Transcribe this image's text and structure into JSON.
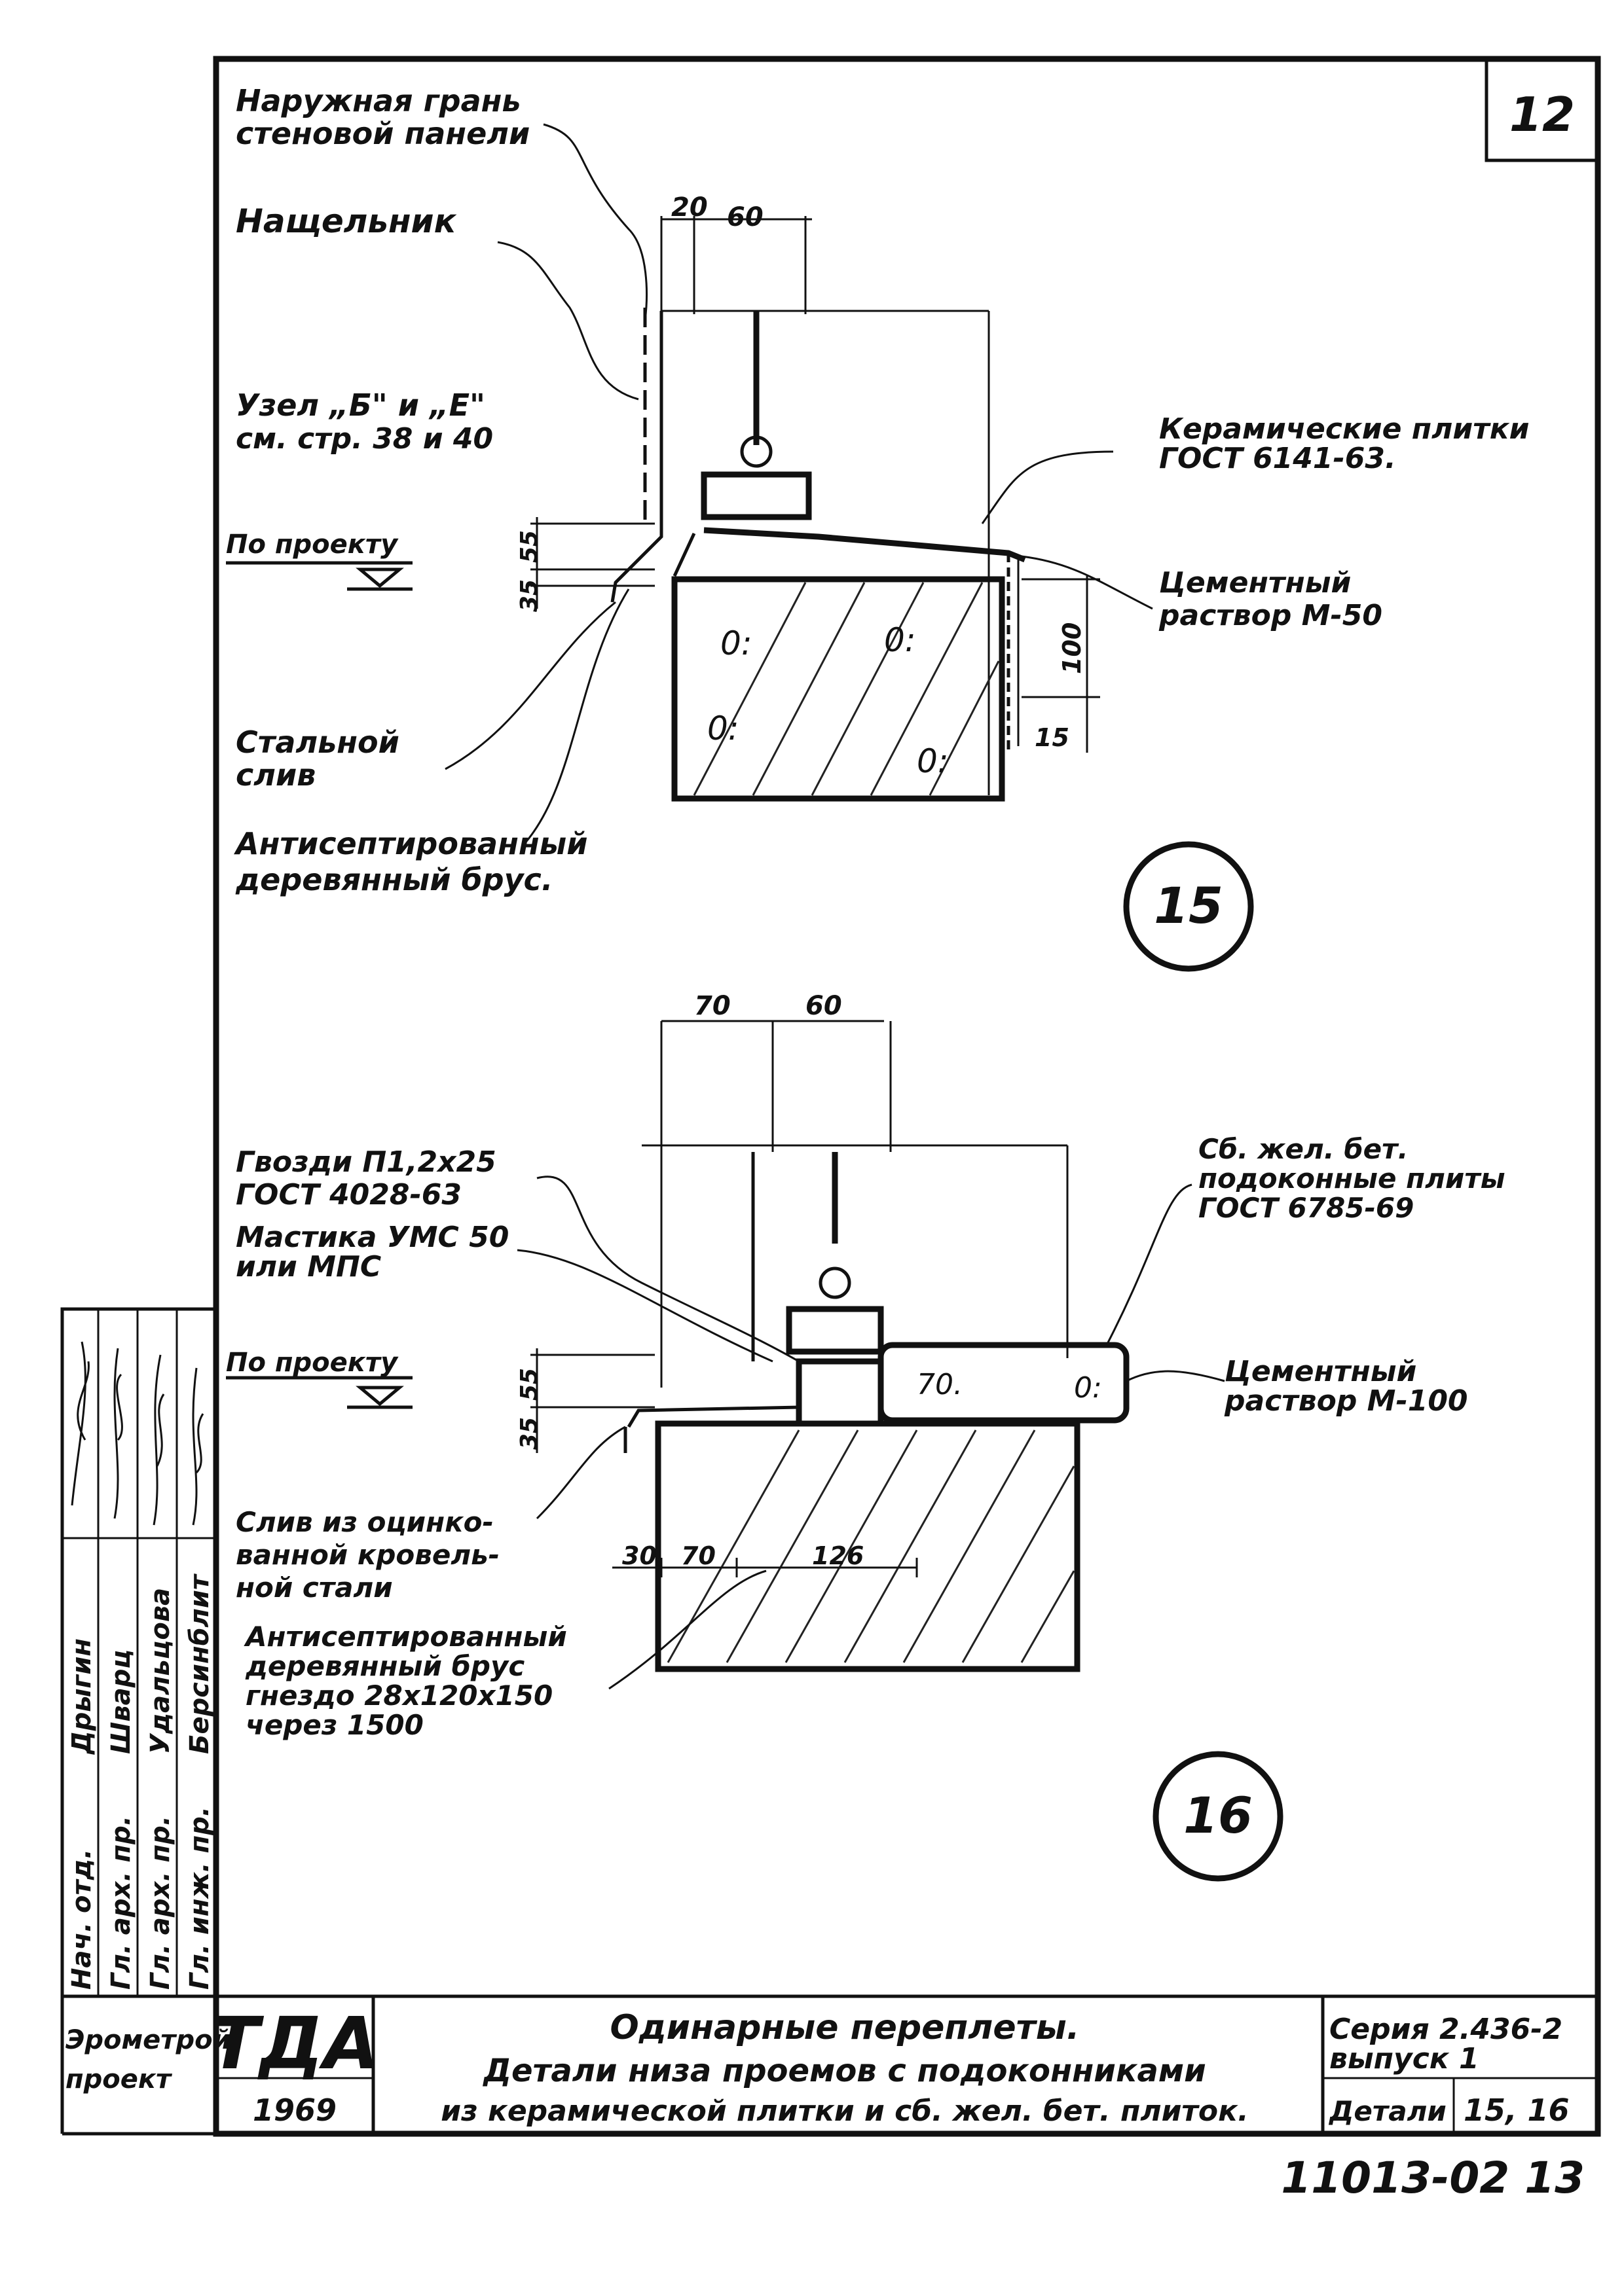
{
  "sheet": {
    "page_number": "12",
    "stamp_number": "11013-02 13"
  },
  "detail15": {
    "number": "15",
    "label_outer_face": [
      "Наружная грань",
      "стеновой панели"
    ],
    "label_batten": "Нащельник",
    "label_node": [
      "Узел „Б\" и „Е\"",
      "см. стр. 38 и 40"
    ],
    "label_level": "По проекту",
    "label_tiles": [
      "Керамические плитки",
      "ГОСТ 6141-63."
    ],
    "label_mortar": [
      "Цементный",
      "раствор М-50"
    ],
    "label_drip": [
      "Стальной",
      "слив"
    ],
    "label_beam": [
      "Антисептированный",
      "деревянный брус."
    ],
    "dims": {
      "d20": "20",
      "d60": "60",
      "d35": "35",
      "d55": "55",
      "d100": "100",
      "d15": "15"
    }
  },
  "detail16": {
    "number": "16",
    "label_nails": [
      "Гвозди П1,2x25",
      "ГОСТ 4028-63"
    ],
    "label_mastic": [
      "Мастика УМС 50",
      "или МПС"
    ],
    "label_level": "По проекту",
    "label_slabs": [
      "Сб. жел. бет.",
      "подоконные плиты",
      "ГОСТ 6785-69"
    ],
    "label_mortar": [
      "Цементный",
      "раствор М-100"
    ],
    "label_drip": [
      "Слив из оцинко-",
      "ванной кровель-",
      "ной стали"
    ],
    "label_beam": [
      "Антисептированный",
      "деревянный брус",
      "гнездо 28x120x150",
      "через 1500"
    ],
    "dims": {
      "d70": "70",
      "d60": "60",
      "d35": "35",
      "d55": "55",
      "d30": "30",
      "d70b": "70",
      "d126": "126"
    }
  },
  "signatures": {
    "roles": [
      "Нач. отд.",
      "Гл. арх. пр.",
      "Гл. арх. пр.",
      "Гл. инж. пр."
    ],
    "names": [
      "Дрыгин",
      "Шварц",
      "Удальцова",
      "Берсинблит"
    ]
  },
  "title_block": {
    "org": [
      "Эрометрой",
      "проект"
    ],
    "logo": "ТДА",
    "year": "1969",
    "title": [
      "Одинарные переплеты.",
      "Детали низа проемов с подоконниками",
      "из керамической плитки и сб. жел. бет. плиток."
    ],
    "series": [
      "Серия 2.436-2",
      "выпуск 1"
    ],
    "details_label": "Детали",
    "details_value": "15, 16"
  }
}
